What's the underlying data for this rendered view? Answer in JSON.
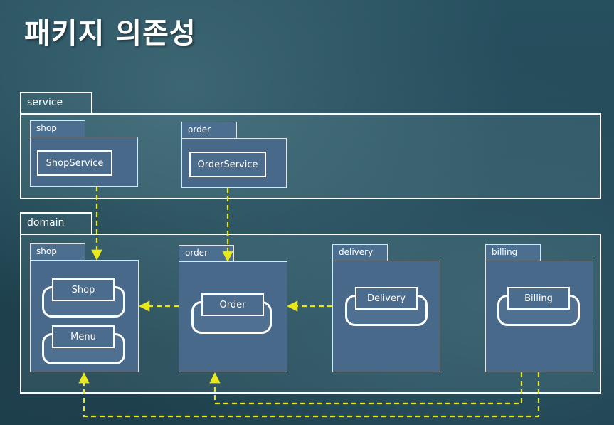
{
  "title": "패키지 의존성",
  "layers": {
    "service": {
      "label": "service",
      "packages": {
        "shop": {
          "label": "shop",
          "classes": [
            "ShopService"
          ]
        },
        "order": {
          "label": "order",
          "classes": [
            "OrderService"
          ]
        }
      }
    },
    "domain": {
      "label": "domain",
      "packages": {
        "shop": {
          "label": "shop",
          "classes": [
            "Shop",
            "Menu"
          ]
        },
        "order": {
          "label": "order",
          "classes": [
            "Order"
          ]
        },
        "delivery": {
          "label": "delivery",
          "classes": [
            "Delivery"
          ]
        },
        "billing": {
          "label": "billing",
          "classes": [
            "Billing"
          ]
        }
      }
    }
  },
  "colors": {
    "arrow": "#e8e81a",
    "border": "#ffffff",
    "package_fill": "#49698a"
  },
  "dependencies": [
    {
      "from": "service.shop",
      "to": "domain.shop"
    },
    {
      "from": "service.order",
      "to": "domain.order"
    },
    {
      "from": "domain.order",
      "to": "domain.shop"
    },
    {
      "from": "domain.delivery",
      "to": "domain.order"
    },
    {
      "from": "domain.billing",
      "to": "domain.shop"
    },
    {
      "from": "domain.billing",
      "to": "domain.order"
    }
  ]
}
